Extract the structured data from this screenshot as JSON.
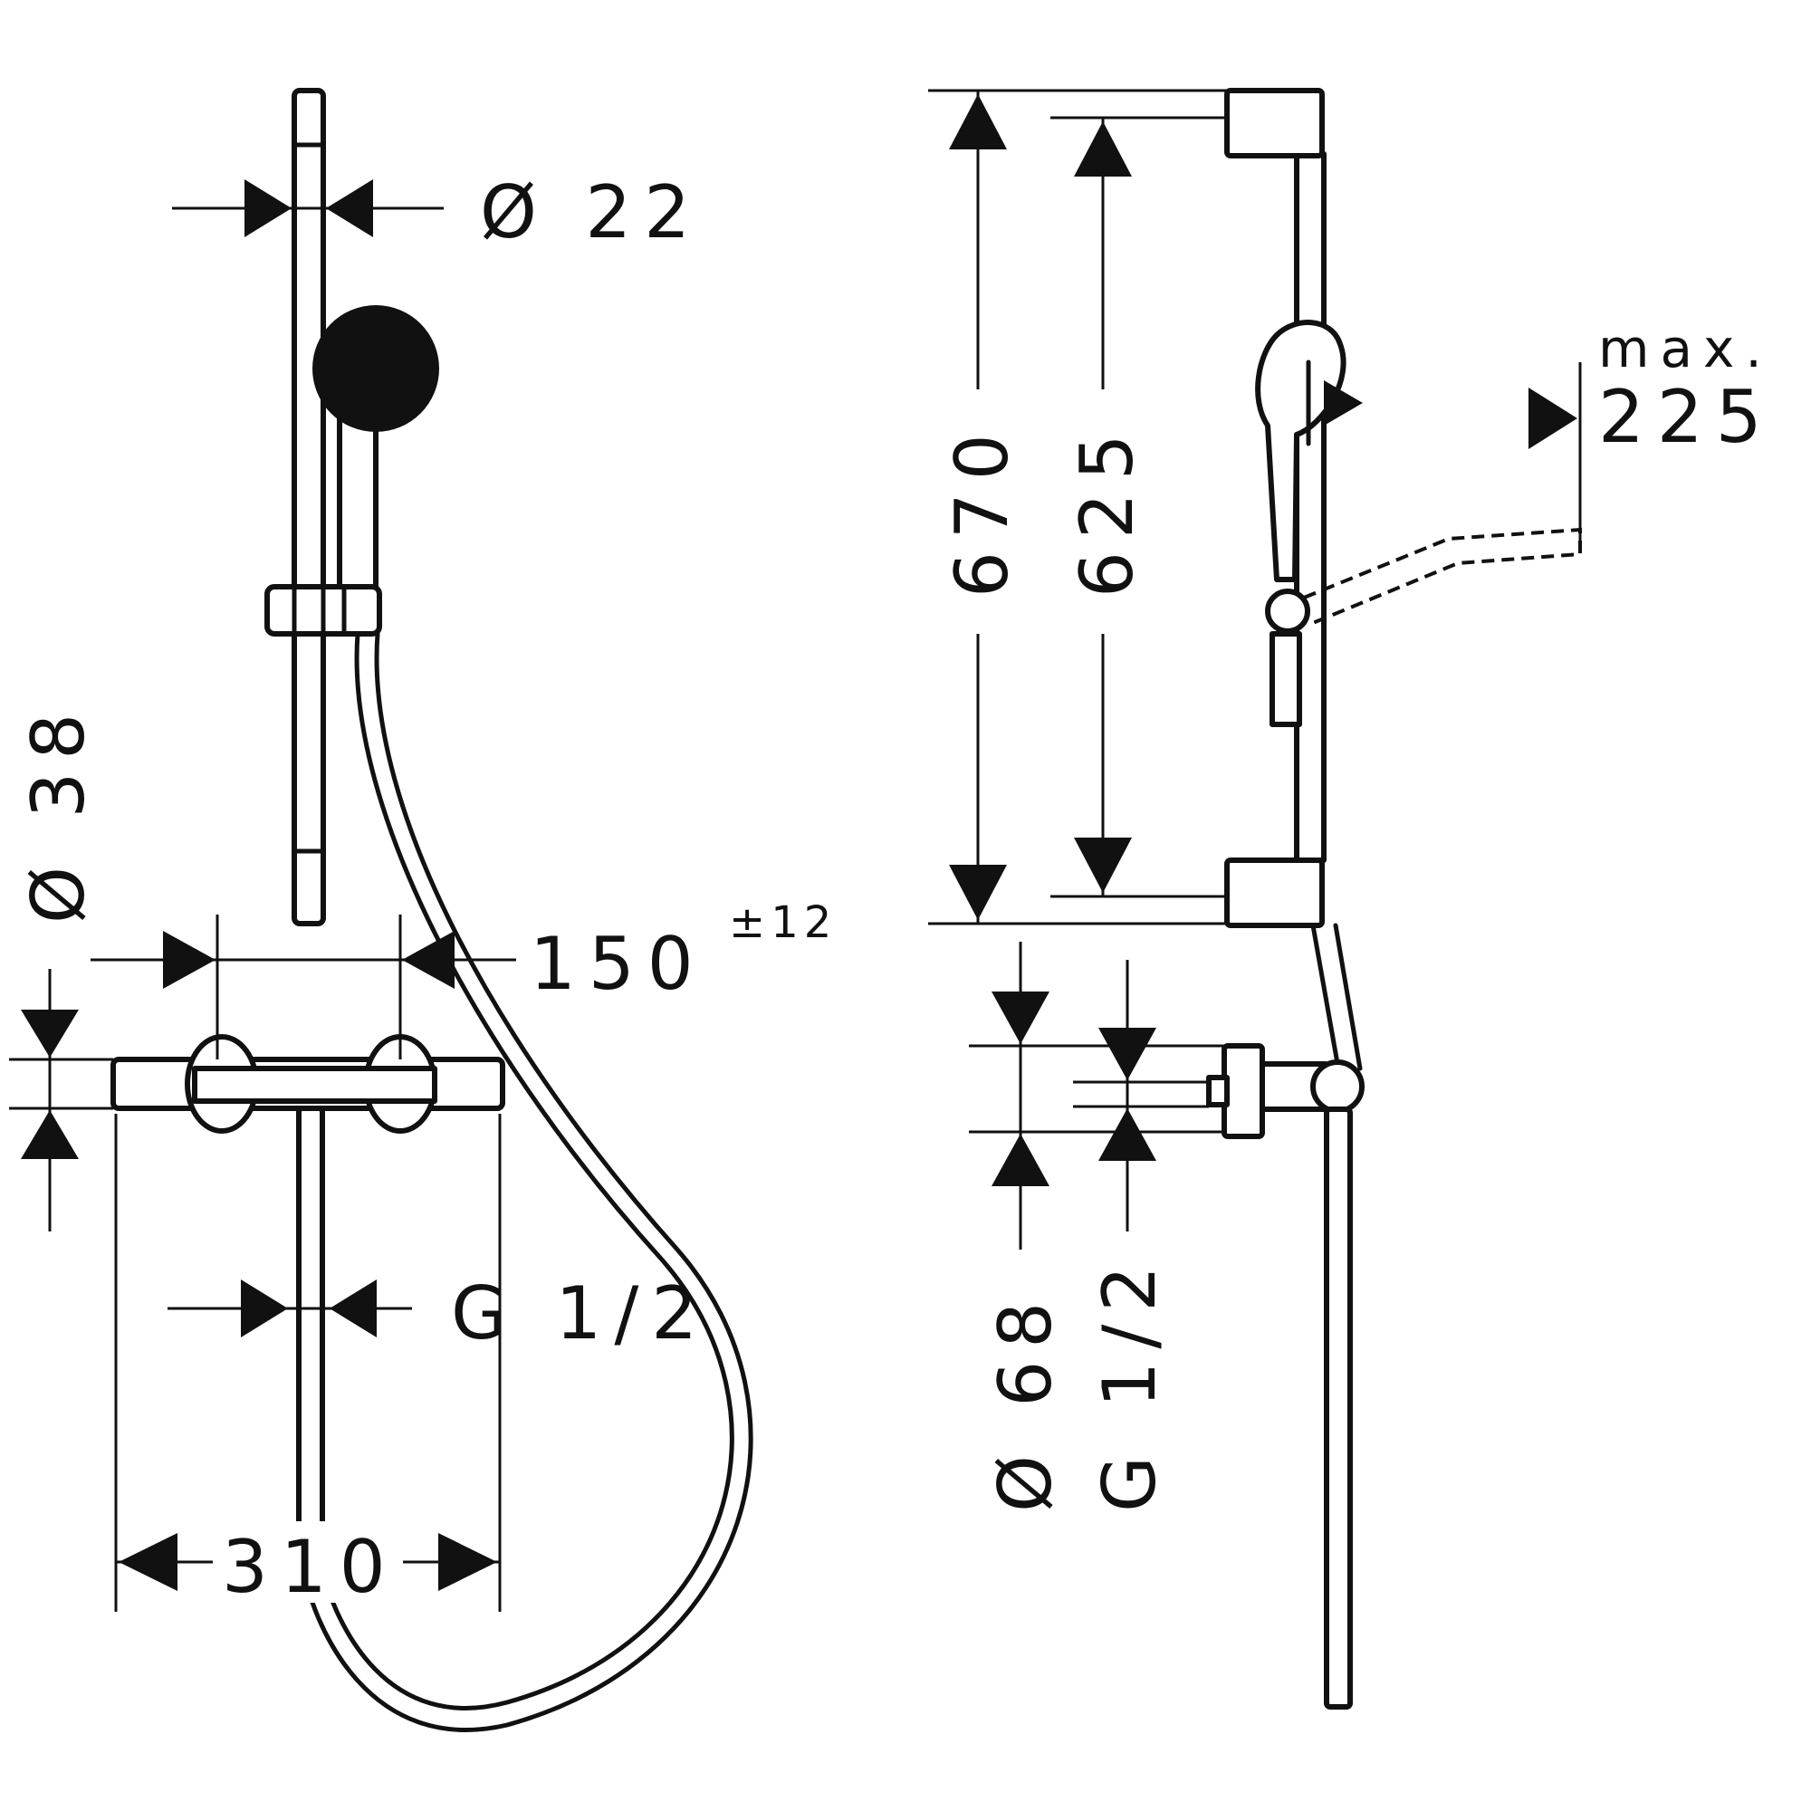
{
  "front_view": {
    "rail_diameter": "Ø 22",
    "valve_diameter": "Ø 38",
    "inlet_spacing": "150",
    "inlet_tolerance": "±12",
    "outlet_thread": "G 1/2",
    "mixer_width": "310"
  },
  "side_view": {
    "rail_overall_height": "670",
    "bracket_spacing": "625",
    "projection_label": "max.",
    "projection_value": "225",
    "connector_diameter": "Ø 68",
    "connector_thread": "G 1/2"
  }
}
